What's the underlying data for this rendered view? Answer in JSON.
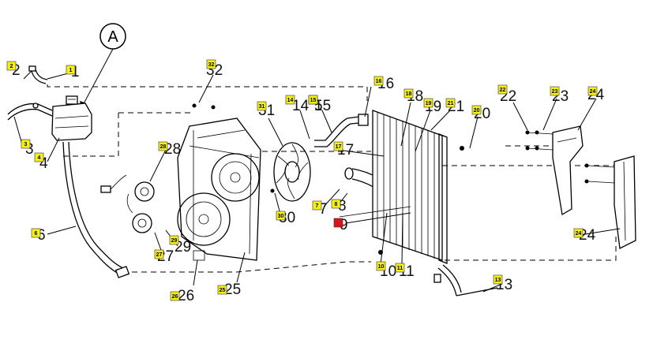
{
  "callout": {
    "letter": "A"
  },
  "tag_colors": {
    "default": "#f5ef1a",
    "highlight": "#d8141c"
  },
  "parts": [
    {
      "id": "1",
      "tag": "1",
      "printed": "1"
    },
    {
      "id": "2",
      "tag": "2",
      "printed": "2"
    },
    {
      "id": "3",
      "tag": "3",
      "printed": "3"
    },
    {
      "id": "4",
      "tag": "4",
      "printed": "4"
    },
    {
      "id": "5",
      "tag": "5",
      "printed": "5"
    },
    {
      "id": "6",
      "tag": "6",
      "printed": "6"
    },
    {
      "id": "7",
      "tag": "7",
      "printed": "7"
    },
    {
      "id": "8",
      "tag": "8",
      "printed": "8"
    },
    {
      "id": "9",
      "tag": "9",
      "printed": "9",
      "highlight": true
    },
    {
      "id": "10",
      "tag": "10",
      "printed": "10"
    },
    {
      "id": "11",
      "tag": "11",
      "printed": "11"
    },
    {
      "id": "13",
      "tag": "13",
      "printed": "13"
    },
    {
      "id": "14",
      "tag": "14",
      "printed": "14"
    },
    {
      "id": "15",
      "tag": "15",
      "printed": "15"
    },
    {
      "id": "16",
      "tag": "16",
      "printed": "16"
    },
    {
      "id": "17",
      "tag": "17",
      "printed": "17"
    },
    {
      "id": "18",
      "tag": "18",
      "printed": "18"
    },
    {
      "id": "19",
      "tag": "19",
      "printed": "19"
    },
    {
      "id": "20",
      "tag": "20",
      "printed": "20"
    },
    {
      "id": "21",
      "tag": "21",
      "printed": "21"
    },
    {
      "id": "22",
      "tag": "22",
      "printed": "22"
    },
    {
      "id": "23",
      "tag": "23",
      "printed": "23"
    },
    {
      "id": "24a",
      "tag": "24",
      "printed": "24"
    },
    {
      "id": "24b",
      "tag": "24",
      "printed": "24"
    },
    {
      "id": "25",
      "tag": "25",
      "printed": "25"
    },
    {
      "id": "26",
      "tag": "26",
      "printed": "26"
    },
    {
      "id": "27",
      "tag": "27",
      "printed": "27"
    },
    {
      "id": "28",
      "tag": "28",
      "printed": "28"
    },
    {
      "id": "29",
      "tag": "29",
      "printed": "29"
    },
    {
      "id": "30",
      "tag": "30",
      "printed": "30"
    },
    {
      "id": "31",
      "tag": "31",
      "printed": "31"
    },
    {
      "id": "32",
      "tag": "32",
      "printed": "32"
    }
  ]
}
